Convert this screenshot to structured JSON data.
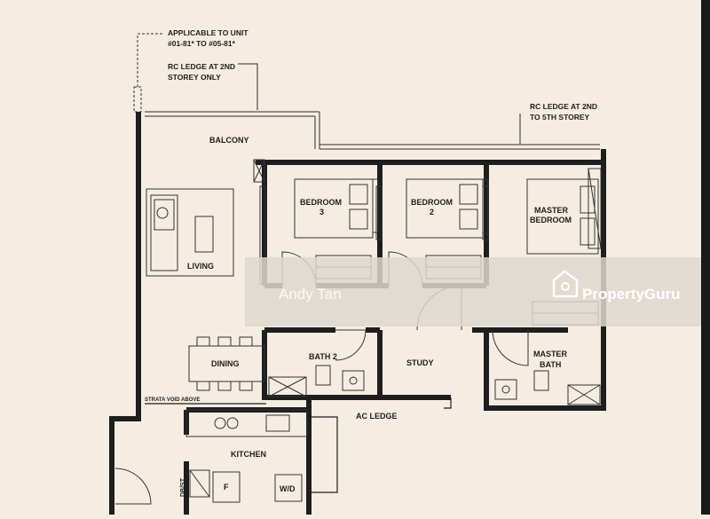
{
  "notes": {
    "applicable_line1": "APPLICABLE TO UNIT",
    "applicable_line2": "#01-81* TO #05-81*",
    "rc_ledge_2nd_line1": "RC LEDGE AT 2ND",
    "rc_ledge_2nd_line2": "STOREY ONLY",
    "rc_ledge_2nd_5th_line1": "RC LEDGE AT 2ND",
    "rc_ledge_2nd_5th_line2": "TO 5TH STOREY",
    "strata_void": "STRATA VOID ABOVE"
  },
  "rooms": {
    "balcony": "BALCONY",
    "bedroom3_line1": "BEDROOM",
    "bedroom3_line2": "3",
    "bedroom2_line1": "BEDROOM",
    "bedroom2_line2": "2",
    "master_line1": "MASTER",
    "master_line2": "BEDROOM",
    "living": "LIVING",
    "dining": "DINING",
    "bath2": "BATH 2",
    "study": "STUDY",
    "master_bath_line1": "MASTER",
    "master_bath_line2": "BATH",
    "ac_ledge": "AC LEDGE",
    "kitchen": "KITCHEN",
    "fridge": "F",
    "washer_dryer": "W/D",
    "db_st": "DB/ST"
  },
  "watermark": {
    "agent": "Andy Tan",
    "brand": "PropertyGuru"
  }
}
